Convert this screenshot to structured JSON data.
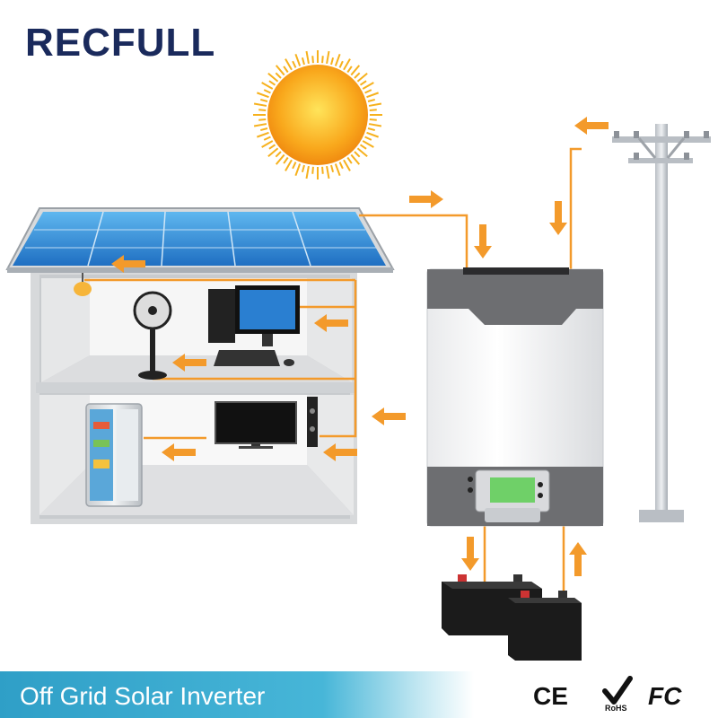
{
  "brand": {
    "logo_text": "RECFULL"
  },
  "banner": {
    "title": "Off Grid Solar Inverter"
  },
  "certifications": {
    "ce": "CE",
    "rohs": "RoHS",
    "fc": "FC"
  },
  "colors": {
    "arrow": "#f39a2b",
    "wire": "#f39a2b",
    "banner": "#2f9fc7",
    "logo": "#1a2a5c",
    "sun": "#f7a71b"
  },
  "icons": [
    "sun-icon",
    "solar-panel-icon",
    "utility-pole-icon",
    "inverter-icon",
    "battery-icon",
    "fan-icon",
    "computer-icon",
    "fridge-icon",
    "tv-icon",
    "speaker-icon",
    "lamp-icon",
    "rohs-check-icon"
  ]
}
